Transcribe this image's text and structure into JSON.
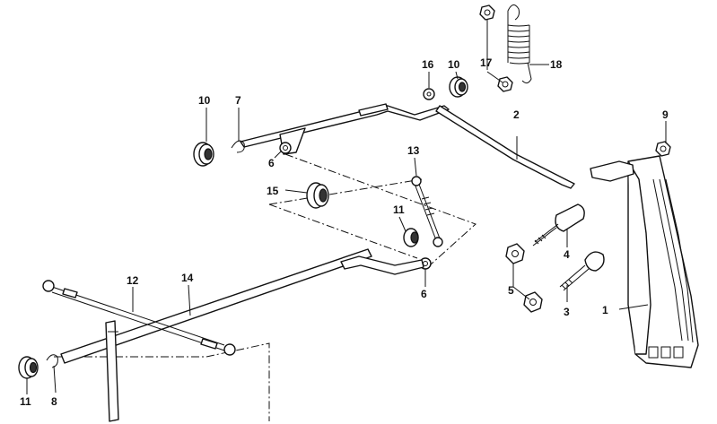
{
  "callouts": [
    {
      "id": "c1",
      "text": "1"
    },
    {
      "id": "c2",
      "text": "2"
    },
    {
      "id": "c3",
      "text": "3"
    },
    {
      "id": "c4",
      "text": "4"
    },
    {
      "id": "c5",
      "text": "5"
    },
    {
      "id": "c6a",
      "text": "6"
    },
    {
      "id": "c6b",
      "text": "6"
    },
    {
      "id": "c7",
      "text": "7"
    },
    {
      "id": "c8",
      "text": "8"
    },
    {
      "id": "c9",
      "text": "9"
    },
    {
      "id": "c10a",
      "text": "10"
    },
    {
      "id": "c10b",
      "text": "10"
    },
    {
      "id": "c11a",
      "text": "11"
    },
    {
      "id": "c11b",
      "text": "11"
    },
    {
      "id": "c12",
      "text": "12"
    },
    {
      "id": "c13",
      "text": "13"
    },
    {
      "id": "c14",
      "text": "14"
    },
    {
      "id": "c15",
      "text": "15"
    },
    {
      "id": "c16",
      "text": "16"
    },
    {
      "id": "c17",
      "text": "17"
    },
    {
      "id": "c18",
      "text": "18"
    }
  ],
  "colors": {
    "ink": "#111111",
    "paper": "#ffffff"
  }
}
